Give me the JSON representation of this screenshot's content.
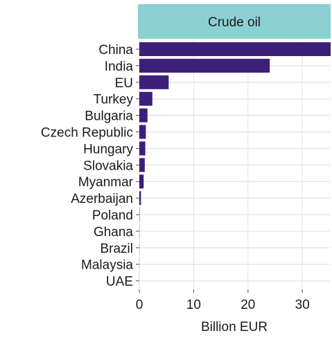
{
  "chart_data": {
    "type": "bar",
    "orientation": "horizontal",
    "facet_label": "Crude oil",
    "categories": [
      "China",
      "India",
      "EU",
      "Turkey",
      "Bulgaria",
      "Czech Republic",
      "Hungary",
      "Slovakia",
      "Myanmar",
      "Azerbaijan",
      "Poland",
      "Ghana",
      "Brazil",
      "Malaysia",
      "UAE"
    ],
    "values": [
      35.2,
      24.0,
      5.4,
      2.4,
      1.5,
      1.2,
      1.1,
      1.0,
      0.8,
      0.3,
      0.05,
      0.03,
      0.02,
      0.01,
      0.01
    ],
    "xlabel": "Billion EUR",
    "ylabel": "",
    "xlim": [
      0,
      35.2
    ],
    "xticks": [
      0,
      10,
      20,
      30
    ],
    "grid": true,
    "colors": {
      "bar": "#3b1f78",
      "strip_fill": "#8cd0d3",
      "grid": "#e6e6e6",
      "axis_tick": "#4d4d4d",
      "text": "#1a1a1a"
    }
  }
}
